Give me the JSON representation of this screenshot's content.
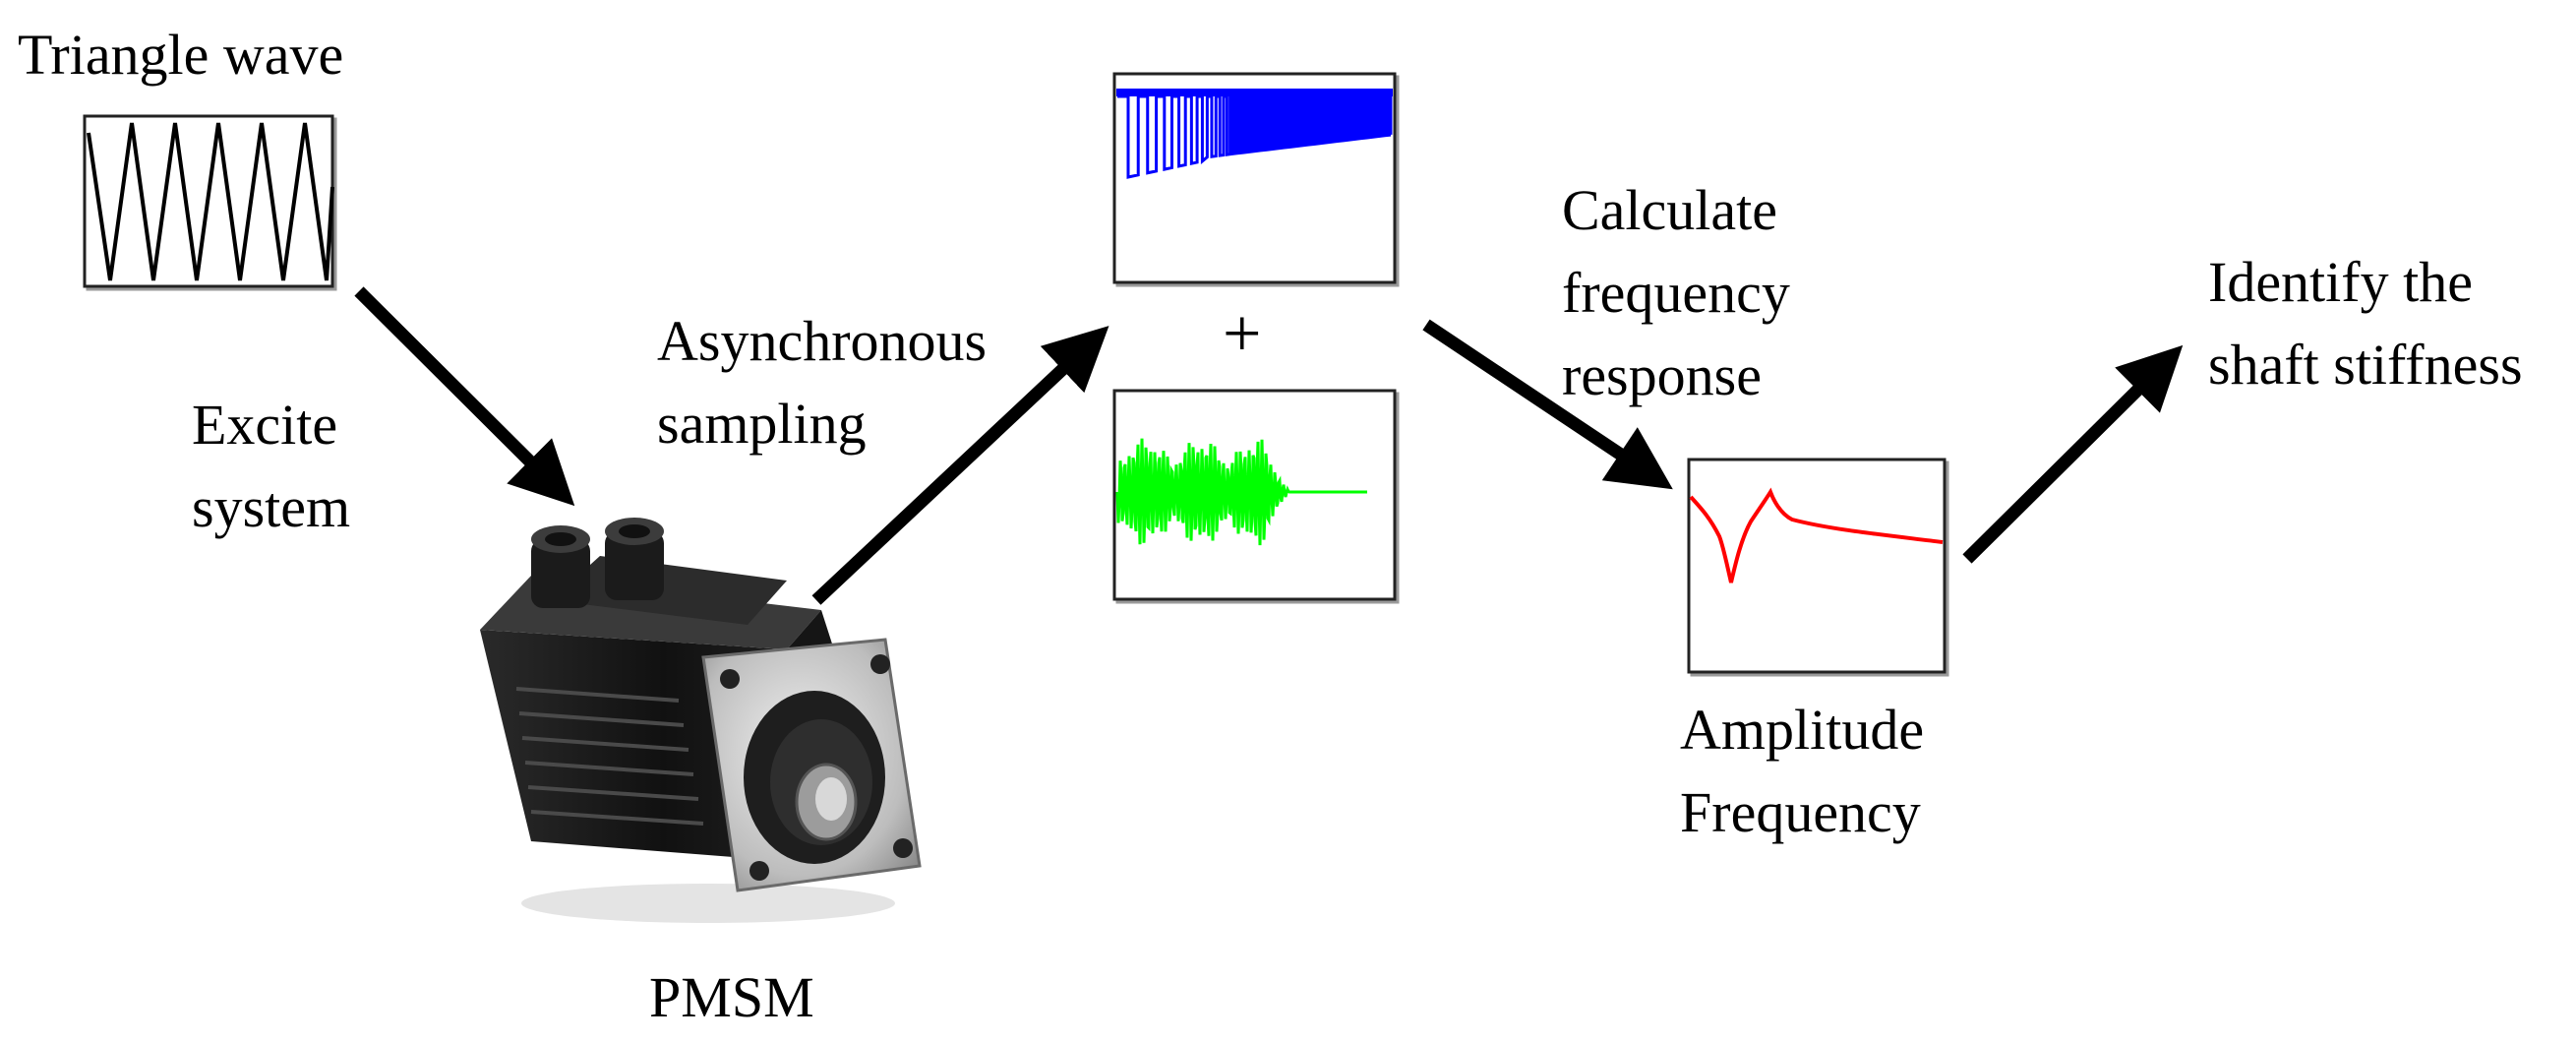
{
  "labels": {
    "triangle_wave": "Triangle wave",
    "excite_line1": "Excite",
    "excite_line2": "system",
    "async_line1": "Asynchronous",
    "async_line2": "sampling",
    "plus": "+",
    "calc_line1": "Calculate",
    "calc_line2": "frequency",
    "calc_line3": "response",
    "amp_line1": "Amplitude",
    "amp_line2": "Frequency",
    "identify_line1": "Identify the",
    "identify_line2": "shaft stiffness",
    "pmsm": "PMSM"
  },
  "colors": {
    "arrow": "#000000",
    "triangle_wave": "#000000",
    "sampled_signal": "#0000ff",
    "response_signal": "#00ff00",
    "frequency_response": "#ff0000",
    "motor_body": "#1a1a1a",
    "motor_flange": "#c8c8c8"
  },
  "icons": {
    "motor": "pmsm-motor-icon"
  }
}
